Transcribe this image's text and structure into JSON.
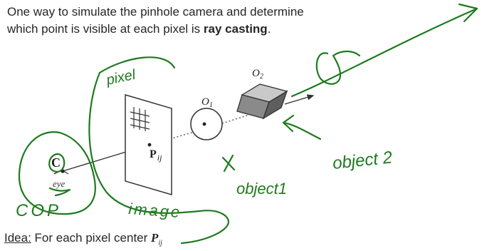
{
  "intro": {
    "text_before": "One way to simulate the pinhole camera and determine which point is visible at each pixel is ",
    "text_bold": "ray casting",
    "text_after": "."
  },
  "diagram": {
    "label_C": "C",
    "label_eye": "eye",
    "label_Pij": "P",
    "label_Pij_sub": "ij",
    "label_O1": "O",
    "label_O1_sub": "1",
    "label_O2": "O",
    "label_O2_sub": "2"
  },
  "annotations": {
    "pixel": "pixel",
    "cop": "COP",
    "image": "image",
    "object1": "object1",
    "object2": "object 2"
  },
  "idea": {
    "label": "Idea:",
    "text": " For each pixel center ",
    "pij": "P",
    "pij_sub": "ij"
  },
  "colors": {
    "annotation_ink": "#1e7a1e",
    "line_ink": "#333333",
    "cube_front": "#8a8a8a",
    "cube_top": "#c9c9c9",
    "cube_side": "#5e5e5e"
  }
}
